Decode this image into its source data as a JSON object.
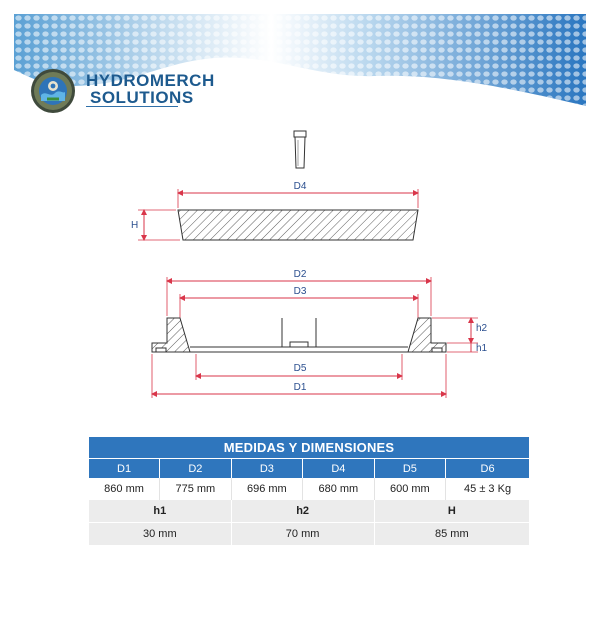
{
  "brand": {
    "line1": "HYDROMERCH",
    "line2": "SOLUTIONS"
  },
  "drawing": {
    "labels": {
      "D4": "D4",
      "H": "H",
      "D2": "D2",
      "D3": "D3",
      "h2": "h2",
      "h1": "h1",
      "D5": "D5",
      "D1": "D1"
    }
  },
  "table": {
    "title": "MEDIDAS Y DIMENSIONES",
    "columns": [
      "D1",
      "D2",
      "D3",
      "D4",
      "D5",
      "D6"
    ],
    "values": [
      "860 mm",
      "775 mm",
      "696 mm",
      "680 mm",
      "600 mm",
      "45 ± 3 Kg"
    ],
    "columns2": [
      "h1",
      "h2",
      "H"
    ],
    "values2": [
      "30 mm",
      "70 mm",
      "85 mm"
    ]
  },
  "colors": {
    "brand": "#1d5a8e",
    "header": "#2f76bd",
    "dimension": "#d9364a",
    "label": "#2b4f8f"
  },
  "icons": [
    "hydromerch-logo-icon",
    "banner-pattern"
  ]
}
